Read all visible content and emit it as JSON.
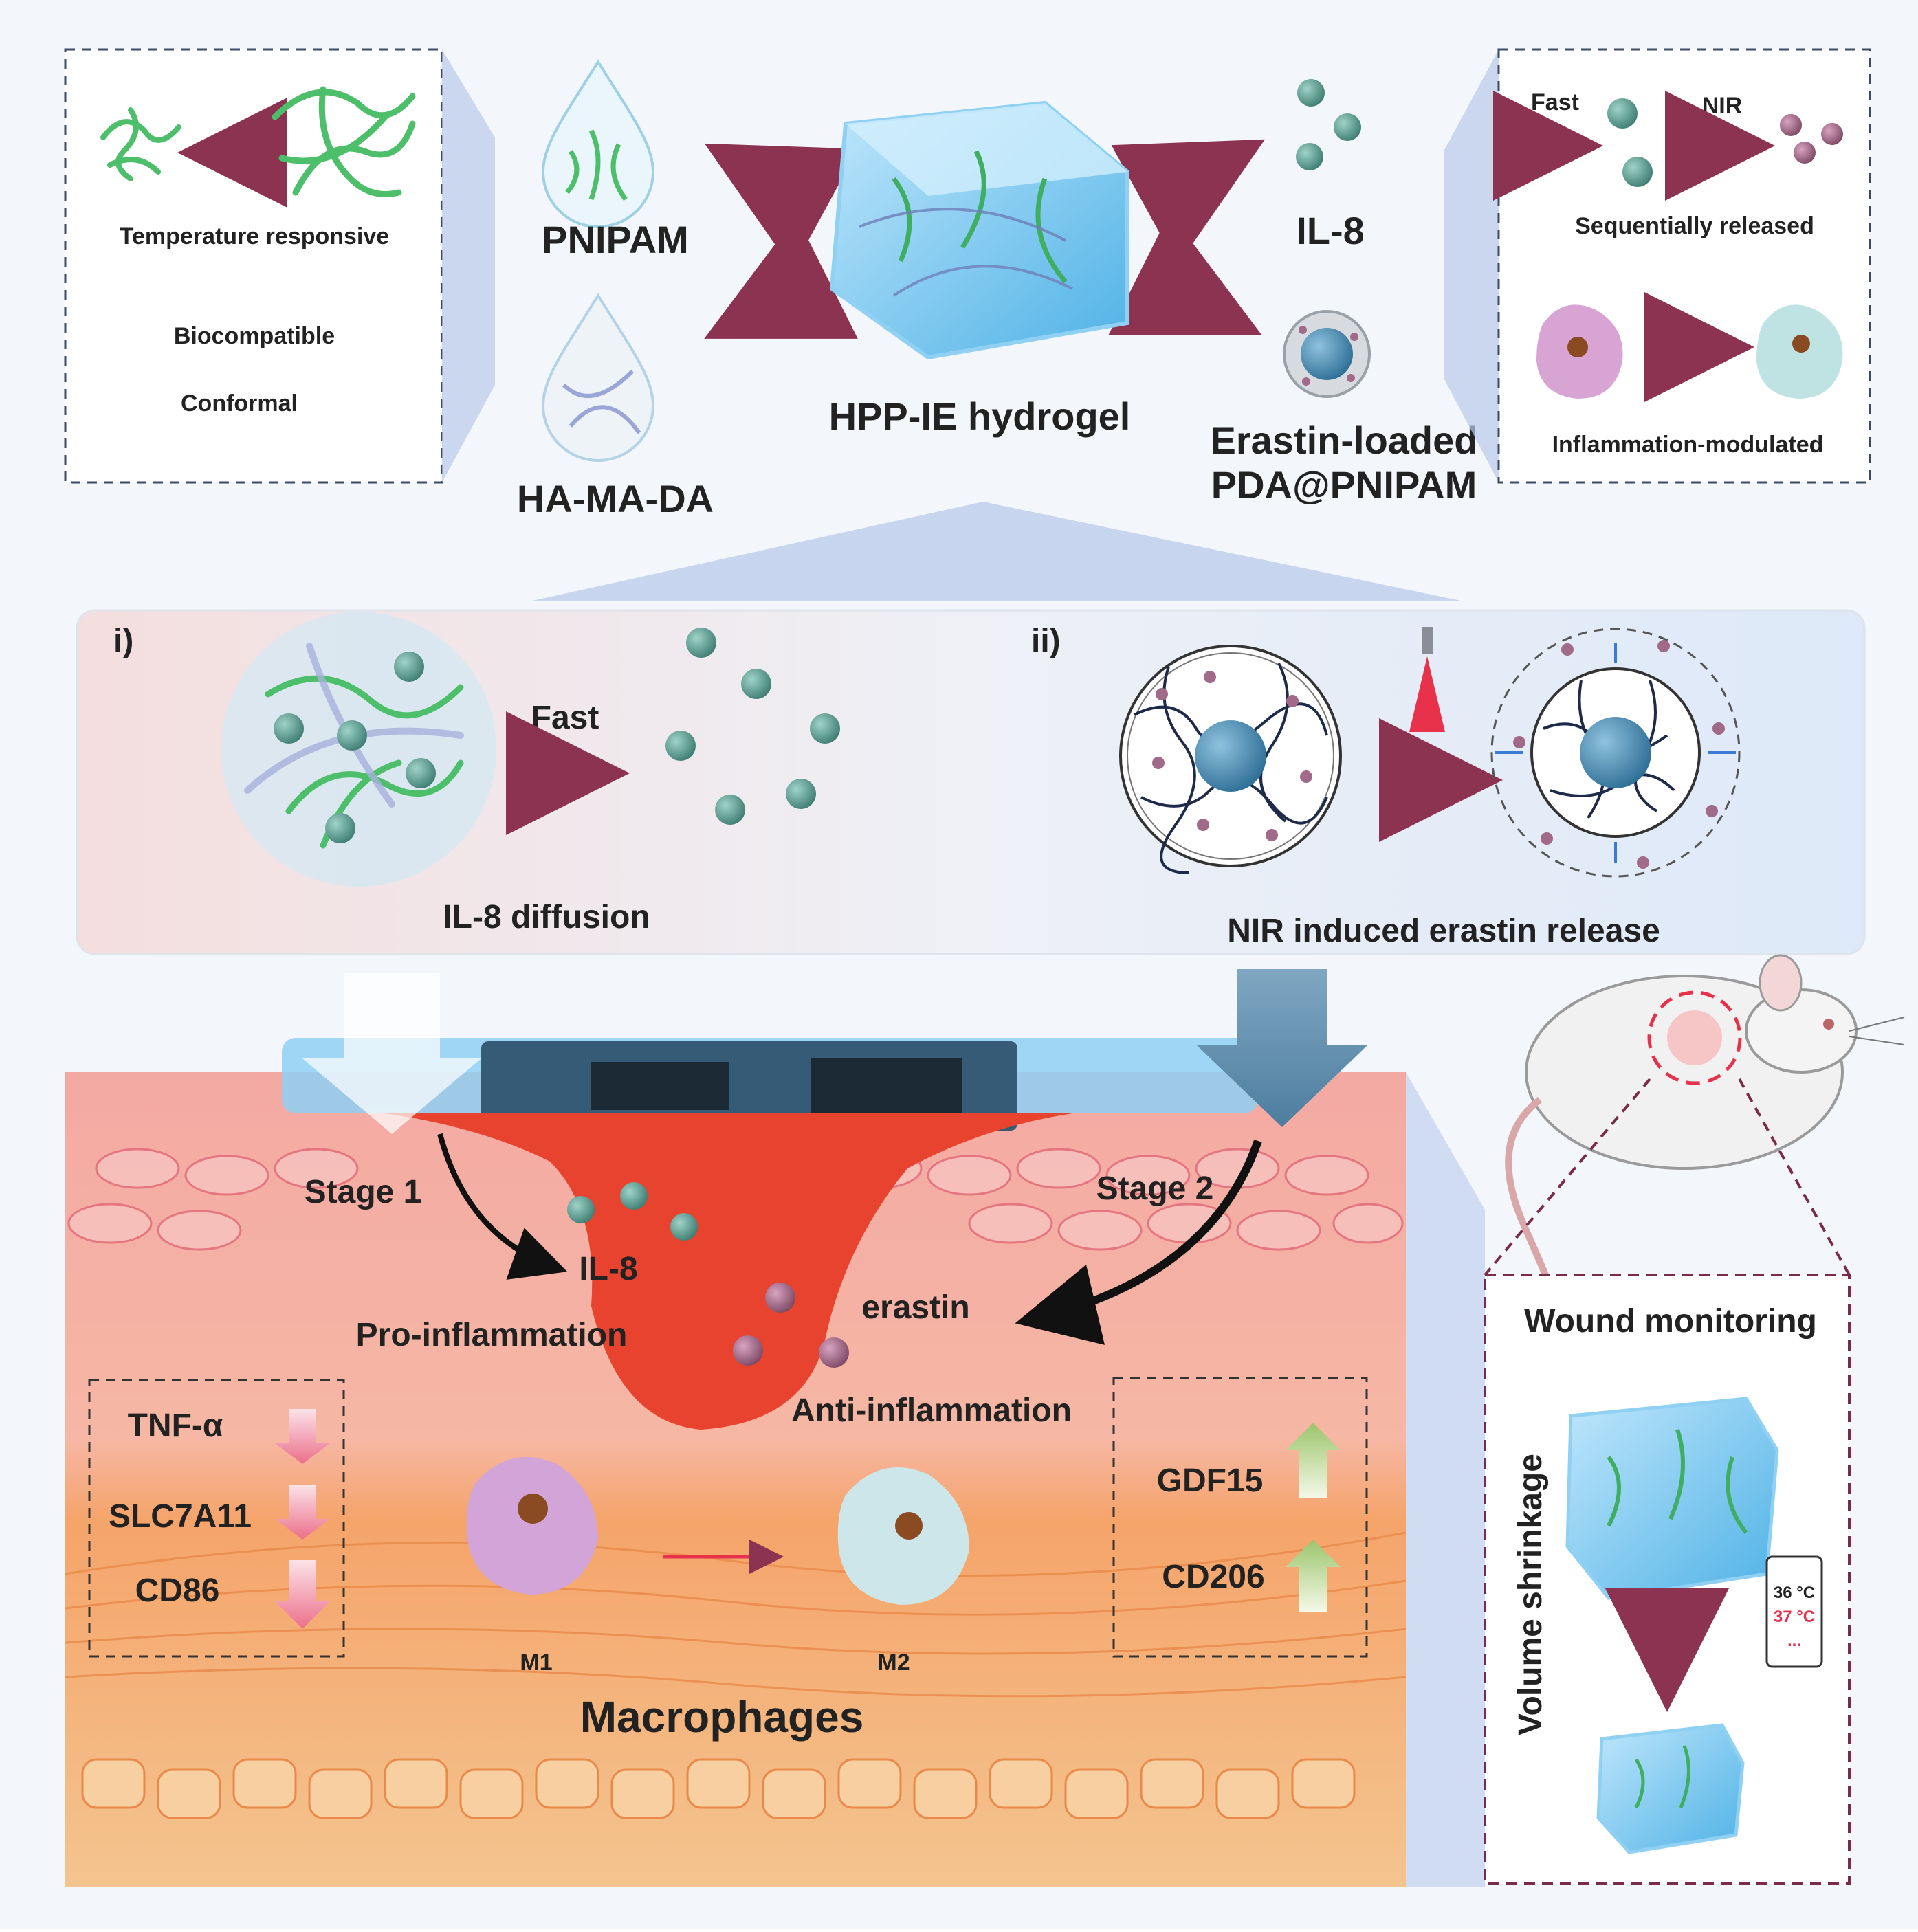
{
  "top_left_box": {
    "title": "Temperature responsive",
    "prop1": "Biocompatible",
    "prop2": "Conformal"
  },
  "components": {
    "pnipam": "PNIPAM",
    "hamada": "HA-MA-DA",
    "hydrogel": "HPP-IE hydrogel",
    "il8": "IL-8",
    "erastin_line1": "Erastin-loaded",
    "erastin_line2": "PDA@PNIPAM"
  },
  "top_right_box": {
    "fast": "Fast",
    "nir": "NIR",
    "sequential": "Sequentially released",
    "inflammation": "Inflammation-modulated"
  },
  "middle_panel": {
    "label_i": "i)",
    "label_ii": "ii)",
    "fast": "Fast",
    "caption_left": "IL-8 diffusion",
    "caption_right": "NIR induced erastin release"
  },
  "wound": {
    "stage1": "Stage 1",
    "stage2": "Stage 2",
    "il8": "IL-8",
    "erastin": "erastin",
    "pro": "Pro-inflammation",
    "anti": "Anti-inflammation",
    "down_markers": [
      "TNF-α",
      "SLC7A11",
      "CD86"
    ],
    "up_markers": [
      "GDF15",
      "CD206"
    ],
    "m1": "M1",
    "m2": "M2",
    "macrophages": "Macrophages"
  },
  "monitoring": {
    "title": "Wound monitoring",
    "volume": "Volume shrinkage",
    "temp1": "36 °C",
    "temp2": "37 °C",
    "dots": "..."
  },
  "colors": {
    "arrow": "#8b3350",
    "hydrogel": "#7ec8ef",
    "il8_particle": "#5e9a8f",
    "erastin_particle": "#a06a88",
    "wound_red": "#e8432e"
  }
}
